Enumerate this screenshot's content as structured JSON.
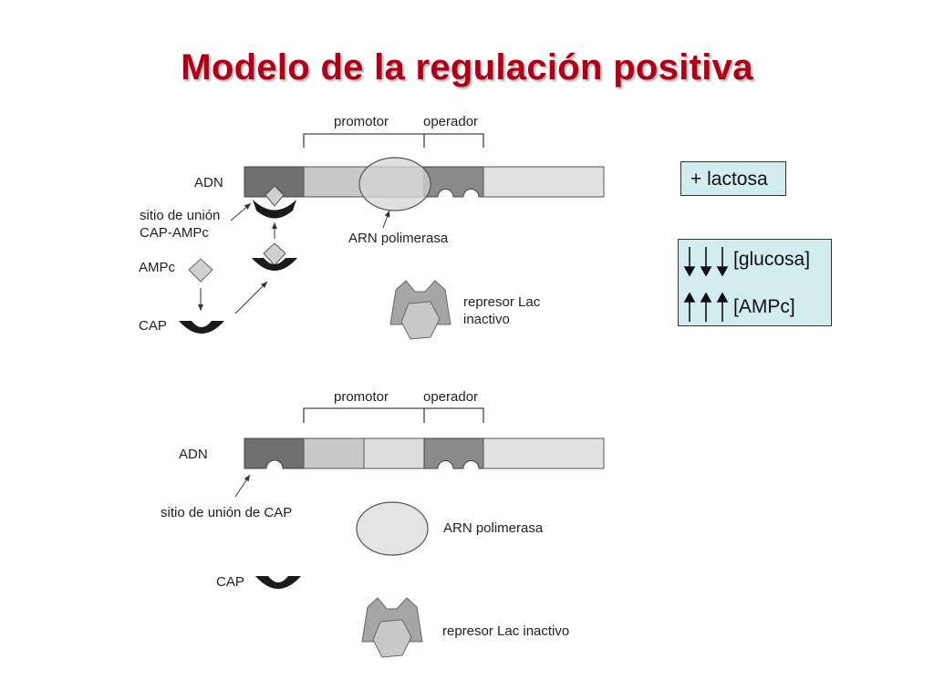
{
  "title": "Modelo de la regulación positiva",
  "top_panel": {
    "promotor": "promotor",
    "operador": "operador",
    "adn": "ADN",
    "sitio_union": "sitio de unión",
    "cap_ampc_complex": "CAP-AMPc",
    "arn_polimerasa": "ARN polimerasa",
    "ampc": "AMPc",
    "cap": "CAP",
    "represor_line1": "represor Lac",
    "represor_line2": "inactivo"
  },
  "bottom_panel": {
    "promotor": "promotor",
    "operador": "operador",
    "adn": "ADN",
    "sitio_union_cap": "sitio de unión de CAP",
    "arn_polimerasa": "ARN polimerasa",
    "cap": "CAP",
    "represor": "represor Lac inactivo"
  },
  "conditions": {
    "lactosa": "+ lactosa",
    "glucosa": "[glucosa]",
    "ampc": "[AMPc]",
    "glucosa_arrow_icon": "down-arrows-icon",
    "ampc_arrow_icon": "up-arrows-icon"
  },
  "colors": {
    "title": "#b00017",
    "box_fill": "#d2ecf0",
    "cap_site": "#6f6f6f",
    "promoter": "#c8c8c8",
    "operator": "#8a8a8a",
    "gene": "#e2e2e2"
  }
}
